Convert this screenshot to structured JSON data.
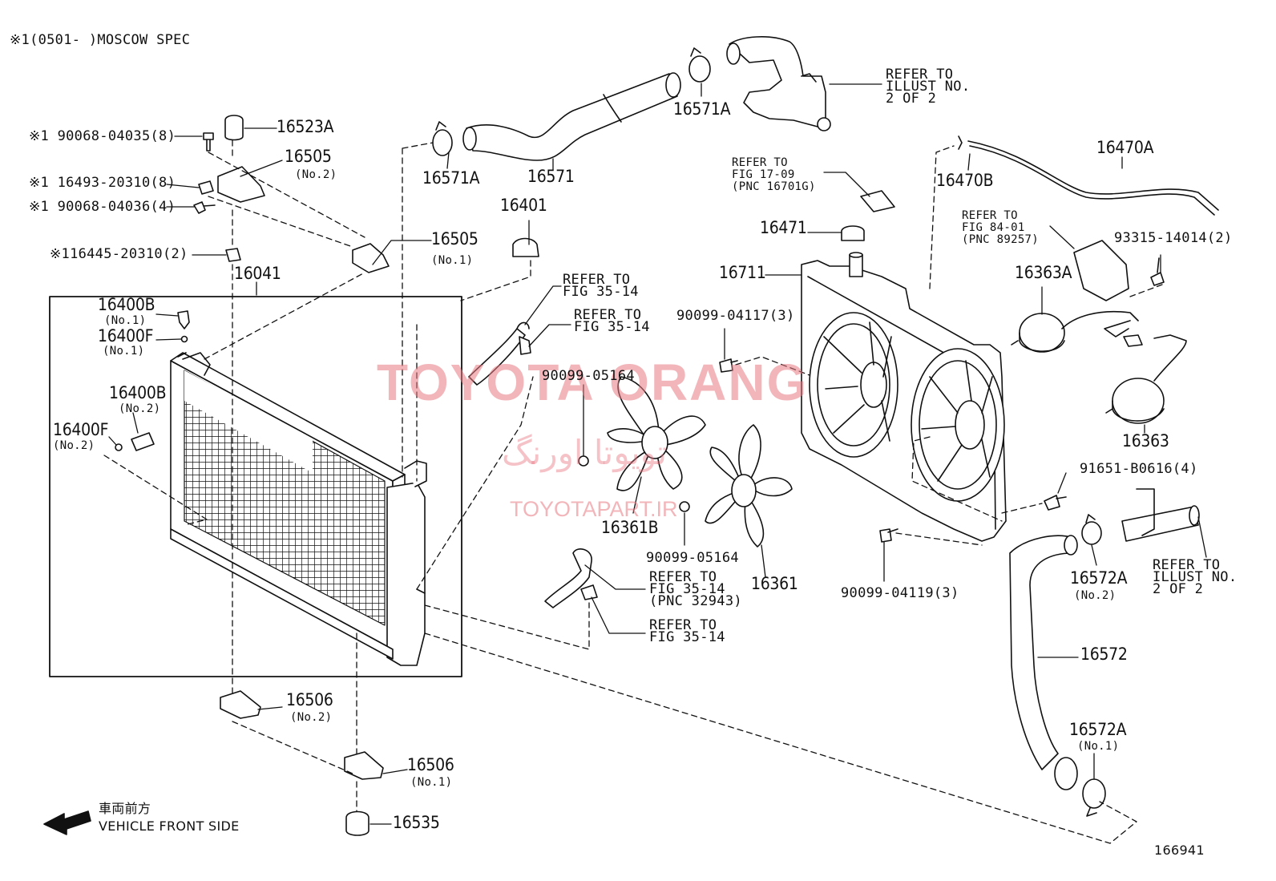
{
  "header": {
    "spec_note": "※1(0501-    )MOSCOW SPEC"
  },
  "diagram_id": "166941",
  "vehicle_direction": {
    "jp": "車両前方",
    "en": "VEHICLE FRONT SIDE"
  },
  "watermark": {
    "latin": "TOYOTA ORANG",
    "farsi": "تویوتا اورنگ",
    "url": "TOYOTAPART.IR",
    "color": "#e87882"
  },
  "labels": {
    "p16523A": "16523A",
    "p16505_top": "16505",
    "p16505_top_sub": "(No.2)",
    "p16505_mid": "16505",
    "p16505_mid_sub": "(No.1)",
    "p90068_04035": "※1 90068-04035(8)",
    "p16493": "※1 16493-20310(8)",
    "p90068_04036": "※1 90068-04036(4)",
    "p16445": "※116445-20310(2)",
    "p16041": "16041",
    "p16400B_1": "16400B",
    "p16400B_1_sub": "(No.1)",
    "p16400F_1": "16400F",
    "p16400F_1_sub": "(No.1)",
    "p16400B_2": "16400B",
    "p16400B_2_sub": "(No.2)",
    "p16400F_2": "16400F",
    "p16400F_2_sub": "(No.2)",
    "p16571A_left": "16571A",
    "p16571": "16571",
    "p16571A_top": "16571A",
    "refer_illust_top": "REFER TO\nILLUST NO.\n2 OF 2",
    "p16401": "16401",
    "refer_35_14_a": "REFER TO\nFIG 35-14",
    "refer_35_14_b": "REFER TO\nFIG 35-14",
    "p90099_05164_a": "90099-05164",
    "p16361B": "16361B",
    "p90099_05164_b": "90099-05164",
    "p16361": "16361",
    "refer_35_14_c": "REFER TO\nFIG 35-14\n(PNC 32943)",
    "refer_35_14_d": "REFER TO\nFIG 35-14",
    "refer_17_09": "REFER TO\nFIG 17-09\n(PNC 16701G)",
    "p16471": "16471",
    "p16711": "16711",
    "p90099_04117": "90099-04117(3)",
    "p16470B": "16470B",
    "p16470A": "16470A",
    "refer_84_01": "REFER TO\nFIG 84-01\n(PNC 89257)",
    "p93315": "93315-14014(2)",
    "p16363A": "16363A",
    "p16363": "16363",
    "p91651": "91651-B0616(4)",
    "refer_illust_bottom": "REFER TO\nILLUST NO.\n2 OF 2",
    "p16572A_2": "16572A",
    "p16572A_2_sub": "(No.2)",
    "p16572": "16572",
    "p16572A_1": "16572A",
    "p16572A_1_sub": "(No.1)",
    "p90099_04119": "90099-04119(3)",
    "p16506_2": "16506",
    "p16506_2_sub": "(No.2)",
    "p16506_1": "16506",
    "p16506_1_sub": "(No.1)",
    "p16535": "16535"
  }
}
